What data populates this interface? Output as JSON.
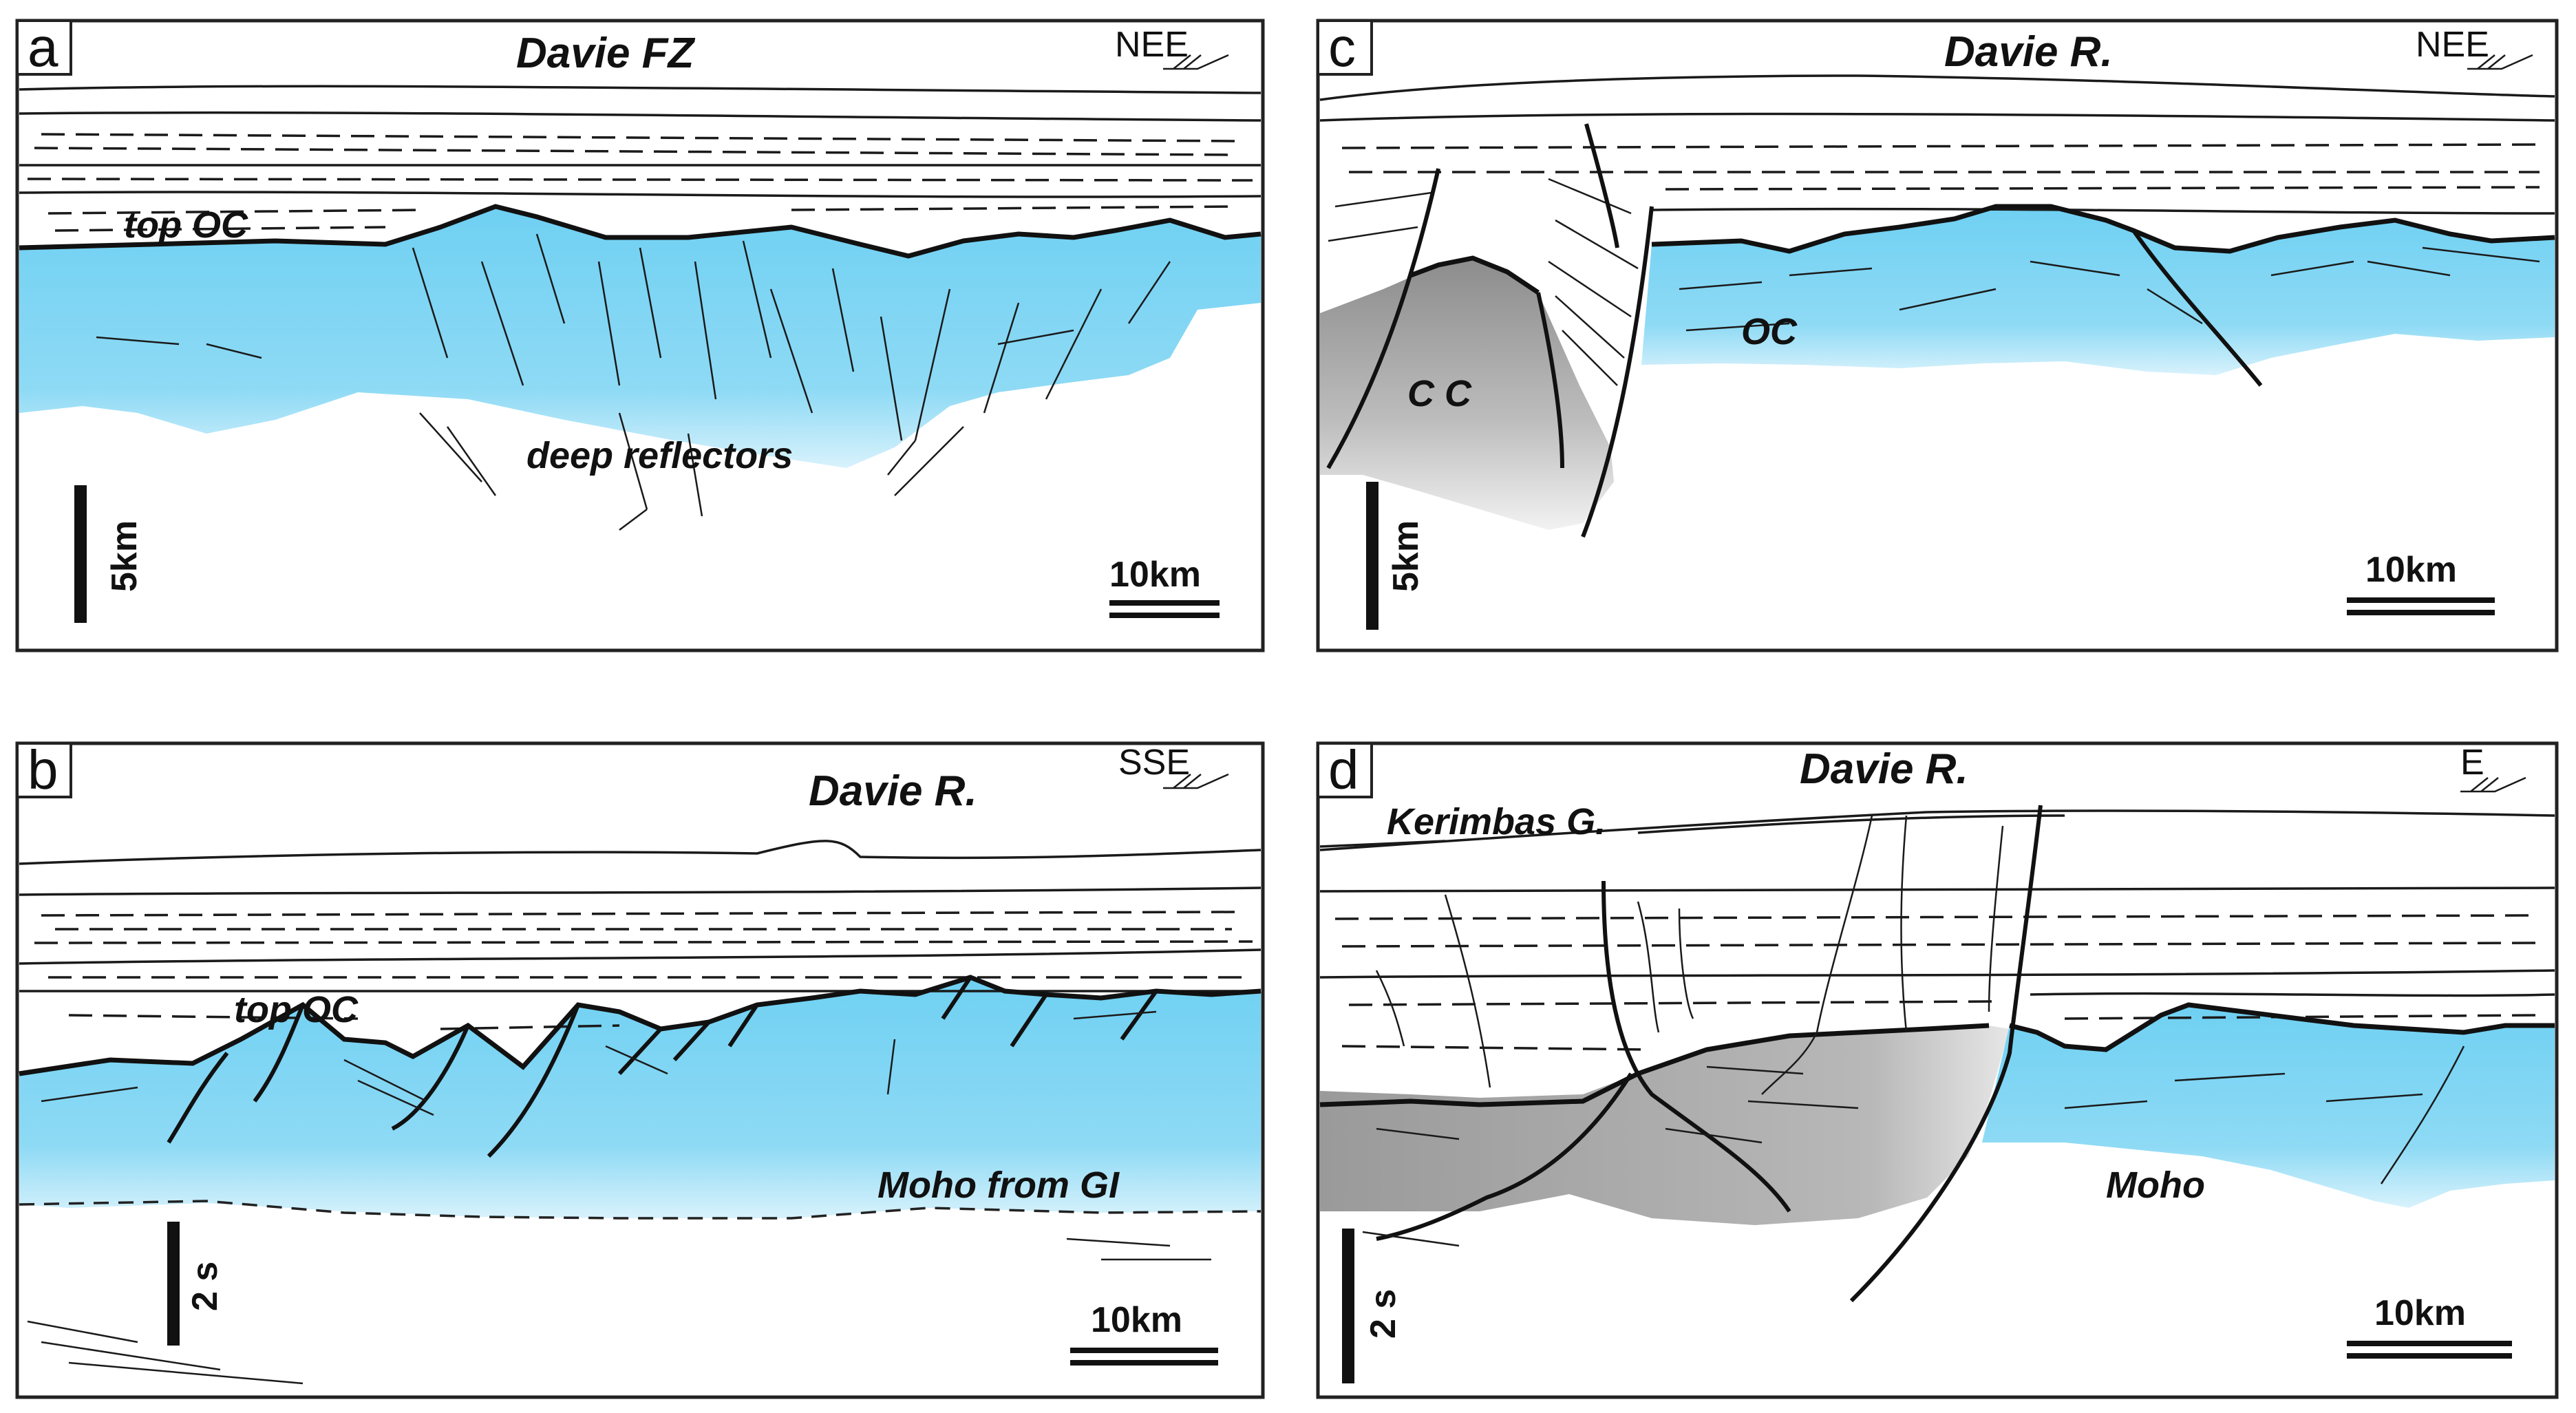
{
  "panels": [
    {
      "tag": "a",
      "title": "Davie FZ",
      "direction": "NEE",
      "vertical_scale": "5km",
      "horizontal_scale": "10km",
      "labels": {
        "top": "top OC",
        "deep": "deep reflectors"
      }
    },
    {
      "tag": "b",
      "title": "Davie R.",
      "direction": "SSE",
      "vertical_scale": "2 s",
      "horizontal_scale": "10km",
      "labels": {
        "top": "top OC",
        "moho": "Moho from GI"
      }
    },
    {
      "tag": "c",
      "title": "Davie R.",
      "direction": "NEE",
      "vertical_scale": "5km",
      "horizontal_scale": "10km",
      "labels": {
        "cc": "C C",
        "oc": "OC"
      }
    },
    {
      "tag": "d",
      "title": "Davie R.",
      "direction": "E",
      "vertical_scale": "2 s",
      "horizontal_scale": "10km",
      "labels": {
        "kerimbas": "Kerimbas G.",
        "moho": "Moho"
      }
    }
  ],
  "colors": {
    "oceanic_crust": "#7fd6f3",
    "continental_crust": "#9a9a9a",
    "line": "#1a1a1a"
  }
}
